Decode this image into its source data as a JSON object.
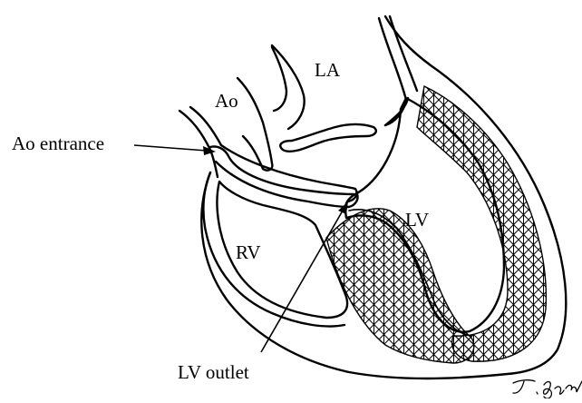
{
  "labels": {
    "la": "LA",
    "ao": "Ao",
    "ao_entrance": "Ao entrance",
    "lv": "LV",
    "rv": "RV",
    "lv_outlet": "LV outlet"
  },
  "signature": "J. Igar"
}
